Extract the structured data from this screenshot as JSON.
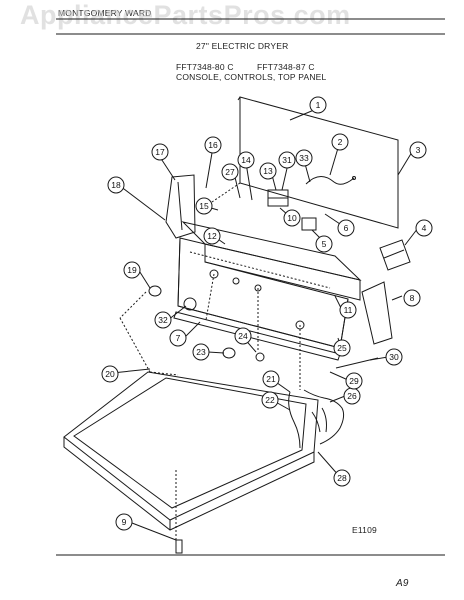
{
  "header": {
    "brand": "MONTGOMERY WARD",
    "product": "27\" ELECTRIC DRYER",
    "model_a": "FFT7348-80 C",
    "model_b": "FFT7348-87 C",
    "section": "CONSOLE, CONTROLS, TOP PANEL"
  },
  "watermark": "AppliancePartsPros.com",
  "footer": {
    "diagram_code": "E1109",
    "page_mark": "A9"
  },
  "callouts": [
    "1",
    "2",
    "3",
    "4",
    "5",
    "6",
    "7",
    "8",
    "9",
    "10",
    "11",
    "12",
    "13",
    "14",
    "15",
    "16",
    "17",
    "18",
    "19",
    "20",
    "21",
    "22",
    "23",
    "24",
    "25",
    "26",
    "27",
    "28",
    "29",
    "30",
    "31",
    "32",
    "33"
  ]
}
